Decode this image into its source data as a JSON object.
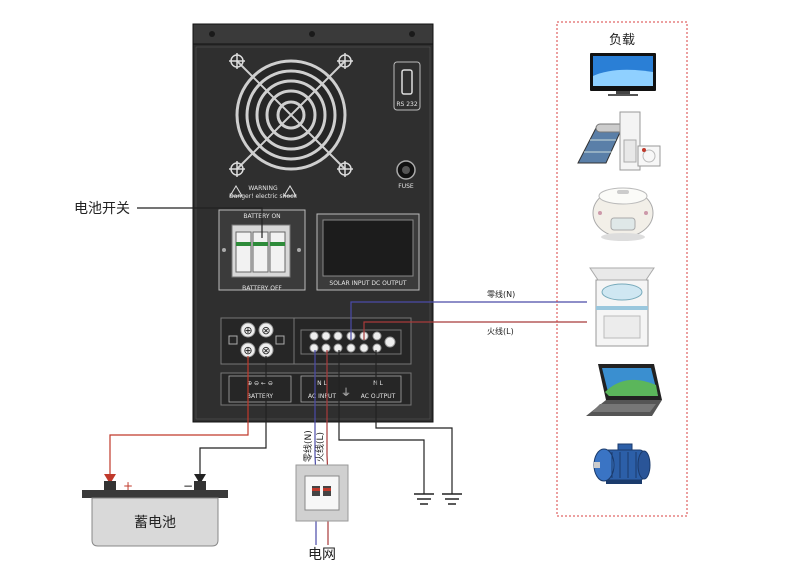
{
  "diagram": {
    "labels": {
      "battery_switch": "电池开关",
      "load_panel_title": "负载",
      "battery": "蓄电池",
      "grid": "电网",
      "neutral_right": "零线(N)",
      "live_right": "火线(L)",
      "neutral_vertical": "零线(N)",
      "live_vertical": "火线(L)",
      "battery_plus": "+",
      "battery_minus": "−"
    },
    "inverter": {
      "rs232": "RS 232",
      "fuse": "FUSE",
      "warning_title": "WARNING",
      "warning_text": "Danger! electric shock",
      "battery_on": "BATTERY ON",
      "battery_off": "BATTERY OFF",
      "display_caption": "SOLAR INPUT   DC   OUTPUT",
      "battery_terminal_label": "BATTERY",
      "ac_input_label": "AC INPUT",
      "ac_output_label": "AC OUTPUT",
      "battery_terminal_marks": "⊕   ⊖ ←   ⊖",
      "ac_input_marks": "N    L",
      "ac_output_marks": "N    L"
    },
    "loads": [
      {
        "name": "tv-icon"
      },
      {
        "name": "solar-heater-ac-icon"
      },
      {
        "name": "rice-cooker-icon"
      },
      {
        "name": "washing-machine-icon"
      },
      {
        "name": "laptop-icon"
      },
      {
        "name": "motor-icon"
      }
    ],
    "colors": {
      "neutral_wire": "#4a4aa8",
      "live_wire": "#a83a3a",
      "panel_dark": "#2f2f2f",
      "dashed_border": "#d94040"
    }
  }
}
